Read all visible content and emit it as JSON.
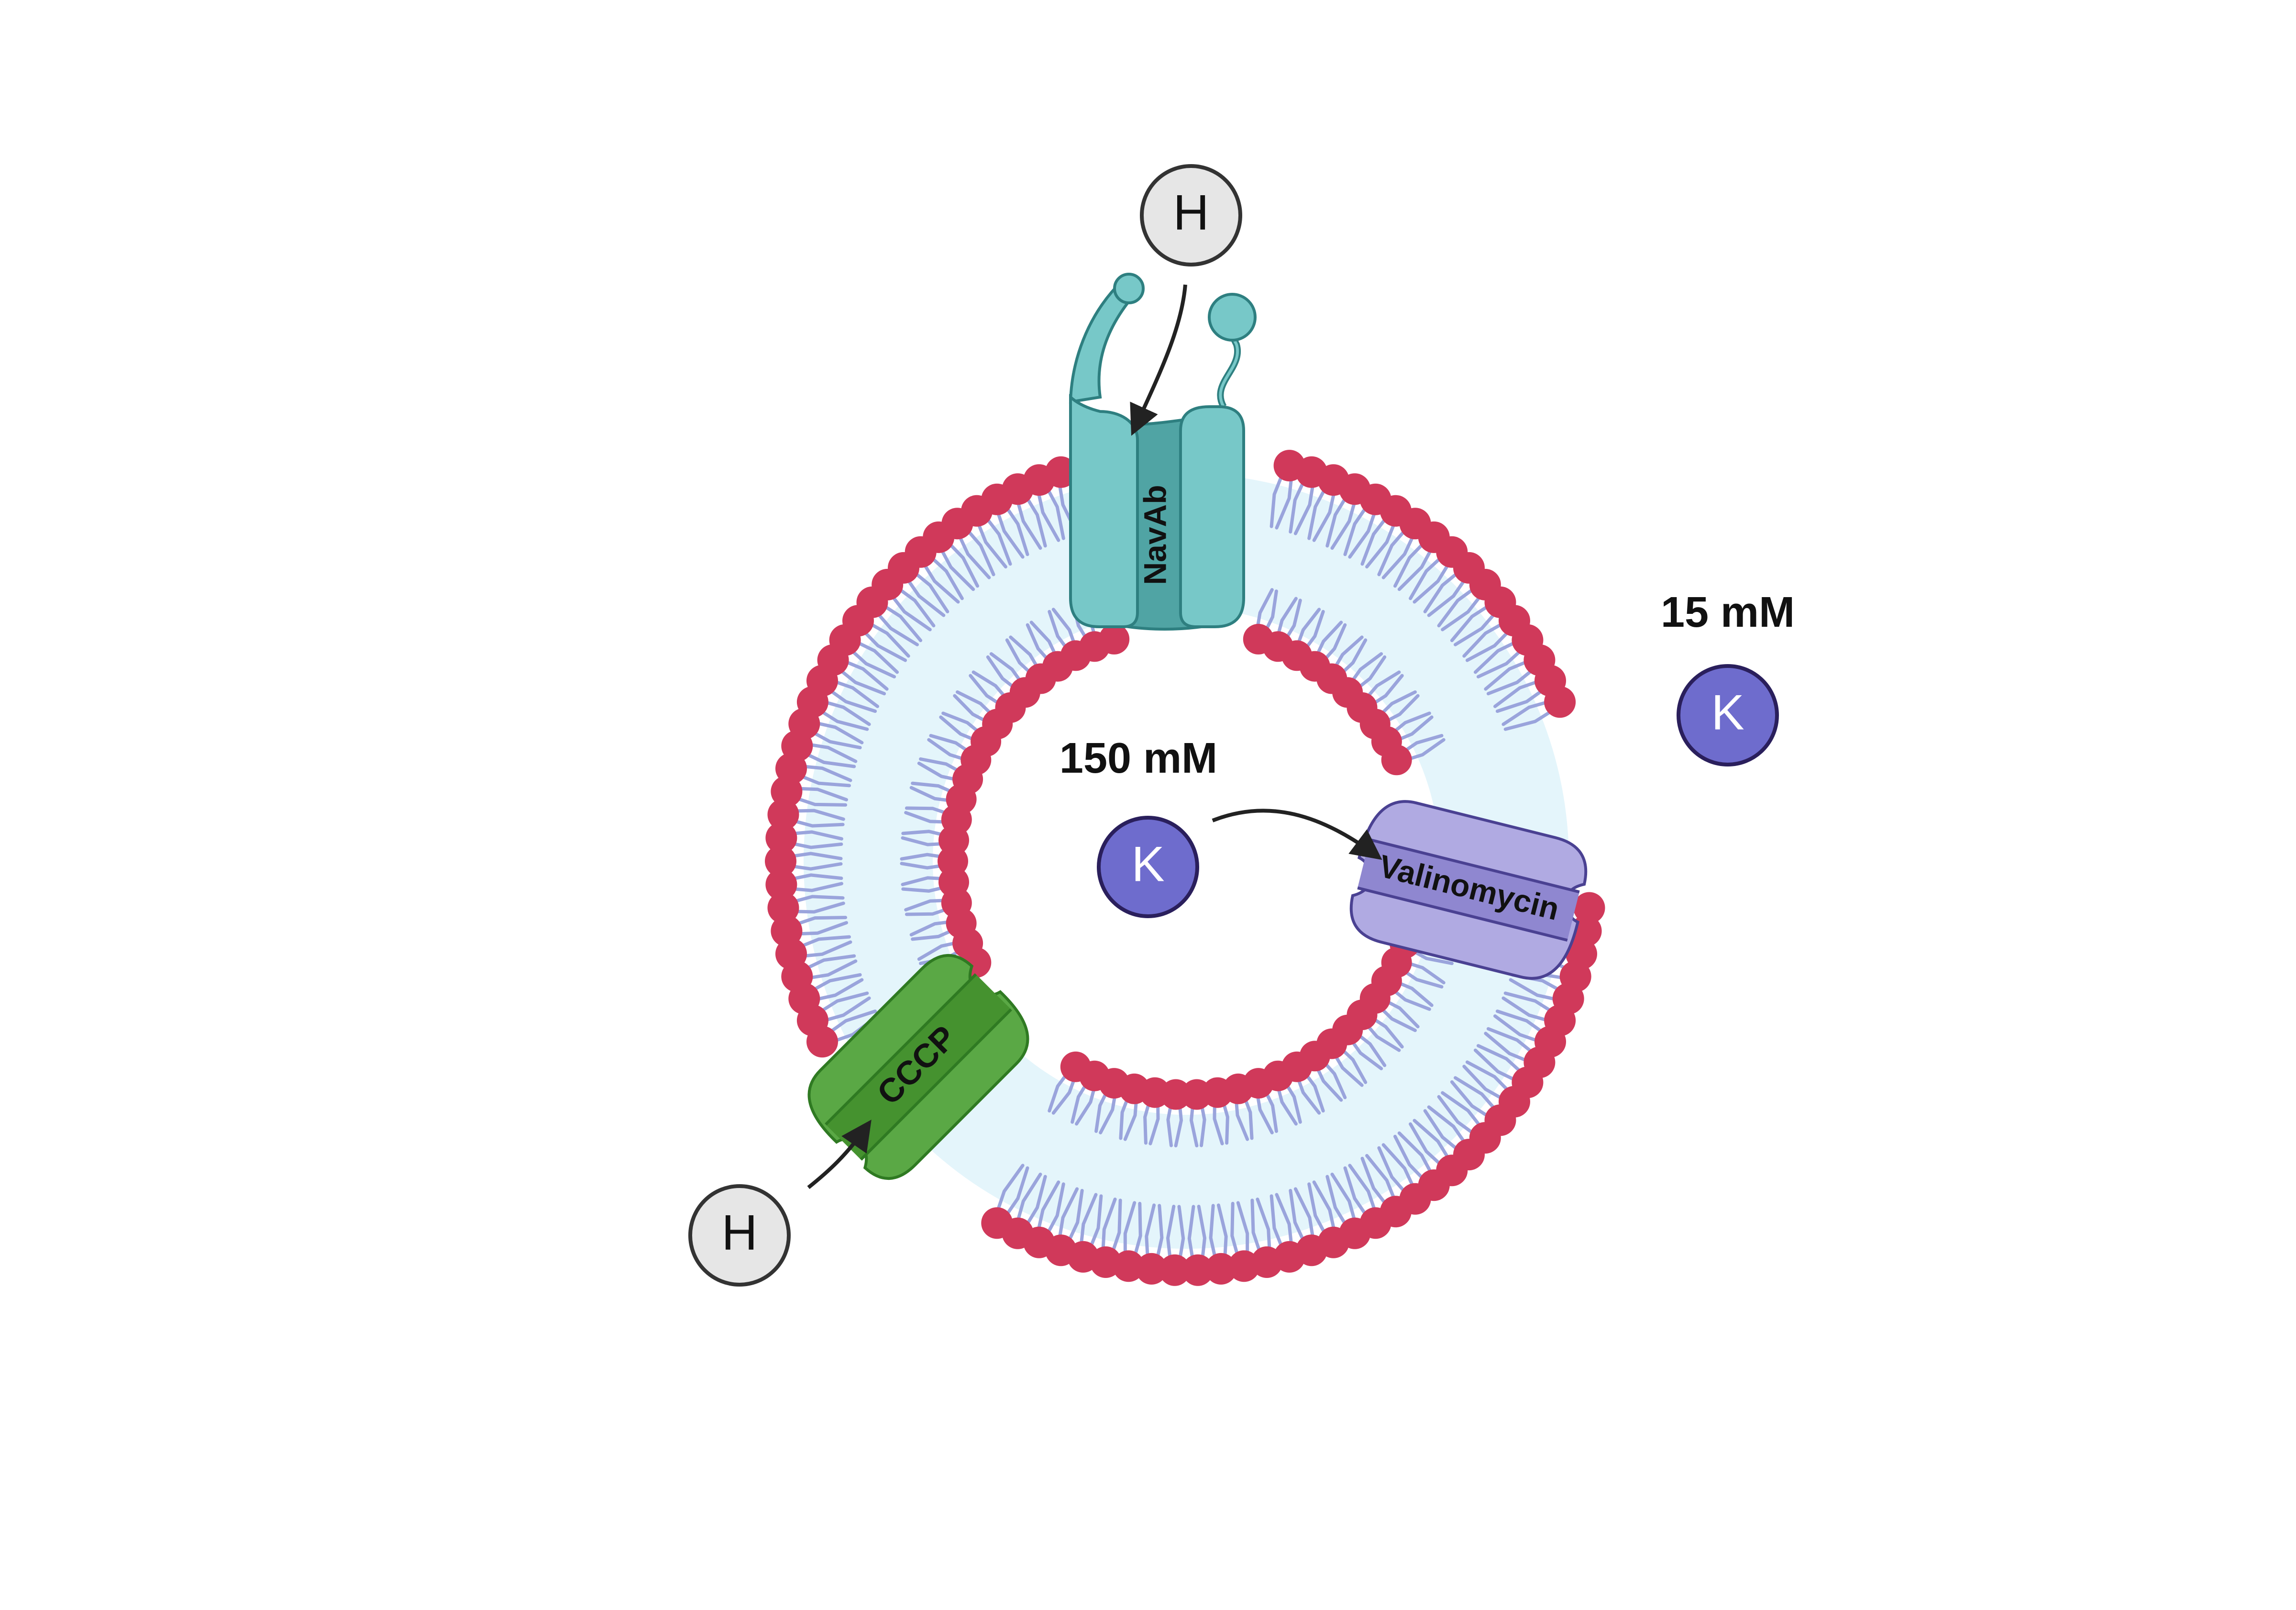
{
  "labels": {
    "proton_top": "H",
    "proton_bottom": "H",
    "potassium_inside": "K",
    "potassium_outside": "K",
    "conc_inside": "150 mM",
    "conc_outside": "15 mM",
    "navab": "NavAb",
    "valinomycin": "Valinomycin",
    "cccp": "CCCP"
  },
  "colors": {
    "lipid_head": "#d0395a",
    "lipid_tail": "#9aa4dc",
    "membrane_fill": "#e4f5fb",
    "navab_light": "#77c8c8",
    "navab_dark": "#50a4a4",
    "navab_stroke": "#2e7f80",
    "valinomycin_light": "#b0aae2",
    "valinomycin_dark": "#8f87d0",
    "valinomycin_stroke": "#4a4192",
    "cccp_light": "#5aa845",
    "cccp_dark": "#45922f",
    "cccp_stroke": "#2f7a22",
    "potassium_fill": "#6e6ccd",
    "potassium_stroke": "#2a1f5c",
    "proton_fill": "#e6e6e6",
    "proton_stroke": "#333333",
    "arrow": "#222222"
  },
  "icons": {
    "proton": "circle-badge",
    "potassium": "circle-badge",
    "flux": "curved-arrow"
  }
}
